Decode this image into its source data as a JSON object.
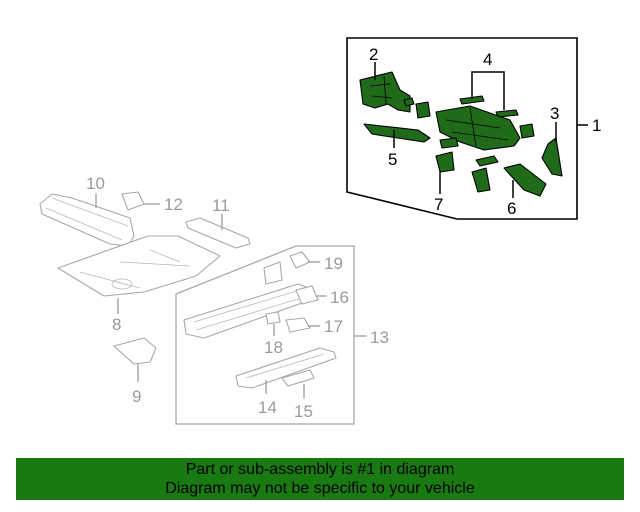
{
  "colors": {
    "highlight": "#1f6b1a",
    "footer_bg": "#1a7a12",
    "muted": "#9a9a9a",
    "ink": "#000000"
  },
  "callouts": {
    "c1": "1",
    "c2": "2",
    "c3": "3",
    "c4": "4",
    "c5": "5",
    "c6": "6",
    "c7": "7",
    "c8": "8",
    "c9": "9",
    "c10": "10",
    "c11": "11",
    "c12": "12",
    "c13": "13",
    "c14": "14",
    "c15": "15",
    "c16": "16",
    "c17": "17",
    "c18": "18",
    "c19": "19"
  },
  "footer": {
    "line1": "Part or sub-assembly is #1 in diagram",
    "line2": "Diagram may not be specific to your vehicle"
  }
}
